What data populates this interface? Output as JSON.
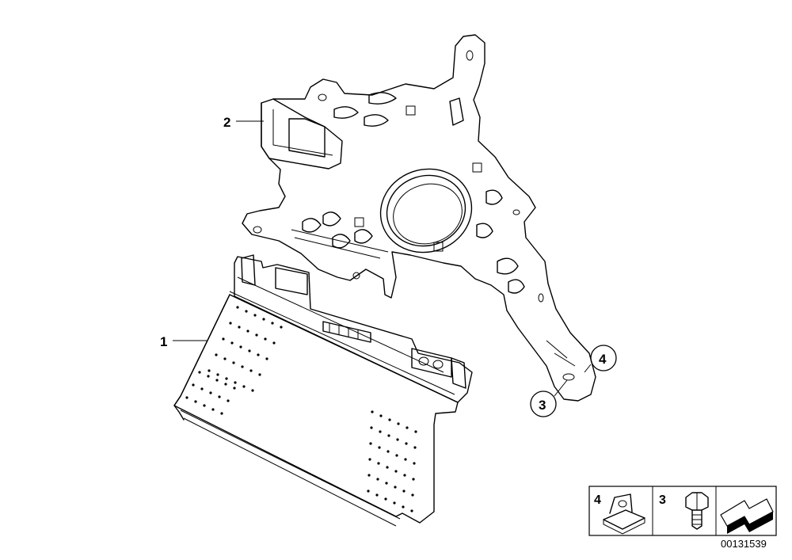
{
  "callouts": {
    "part1": "1",
    "part2": "2",
    "part3": "3",
    "part4": "4"
  },
  "legend": {
    "cell1_number": "4",
    "cell2_number": "3"
  },
  "diagram_code": "00131539"
}
